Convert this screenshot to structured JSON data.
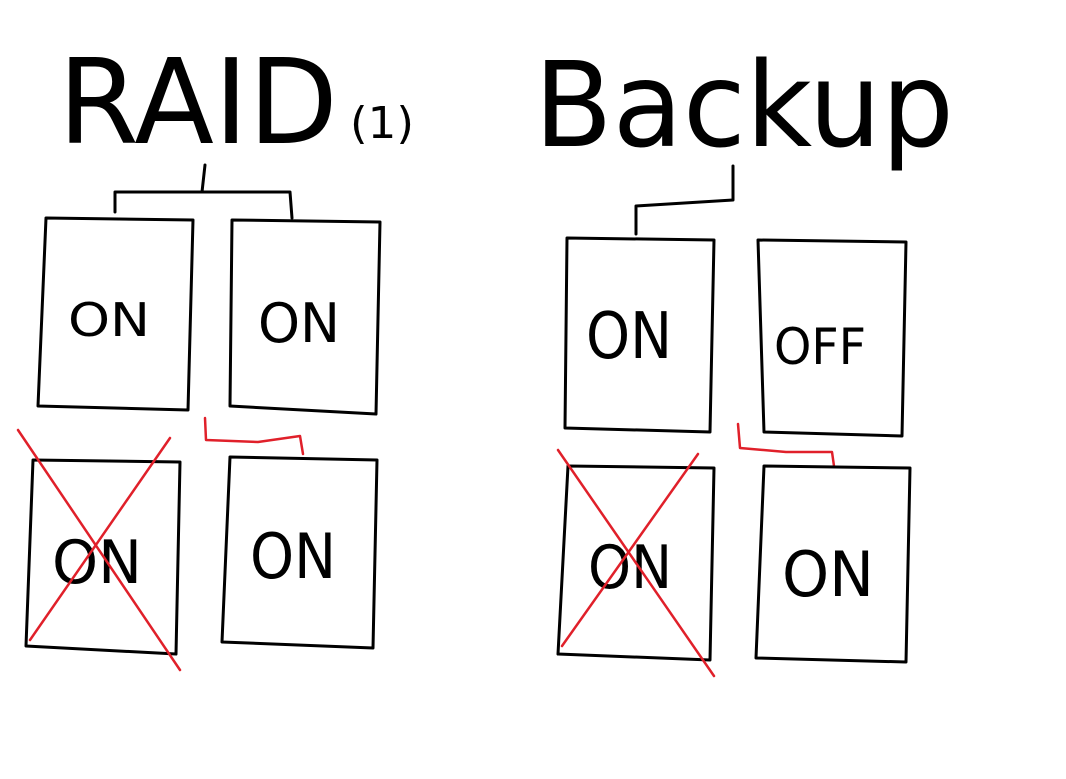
{
  "colors": {
    "ink": "#000000",
    "failure": "#e0202a",
    "background": "#ffffff"
  },
  "raid": {
    "title": "RAID",
    "level": "(1)",
    "drives": [
      {
        "label": "ON",
        "failed": false
      },
      {
        "label": "ON",
        "failed": false
      },
      {
        "label": "ON",
        "failed": true
      },
      {
        "label": "ON",
        "failed": false
      }
    ]
  },
  "backup": {
    "title": "Backup",
    "drives": [
      {
        "label": "ON",
        "failed": false
      },
      {
        "label": "OFF",
        "failed": false
      },
      {
        "label": "ON",
        "failed": true
      },
      {
        "label": "ON",
        "failed": false
      }
    ]
  }
}
